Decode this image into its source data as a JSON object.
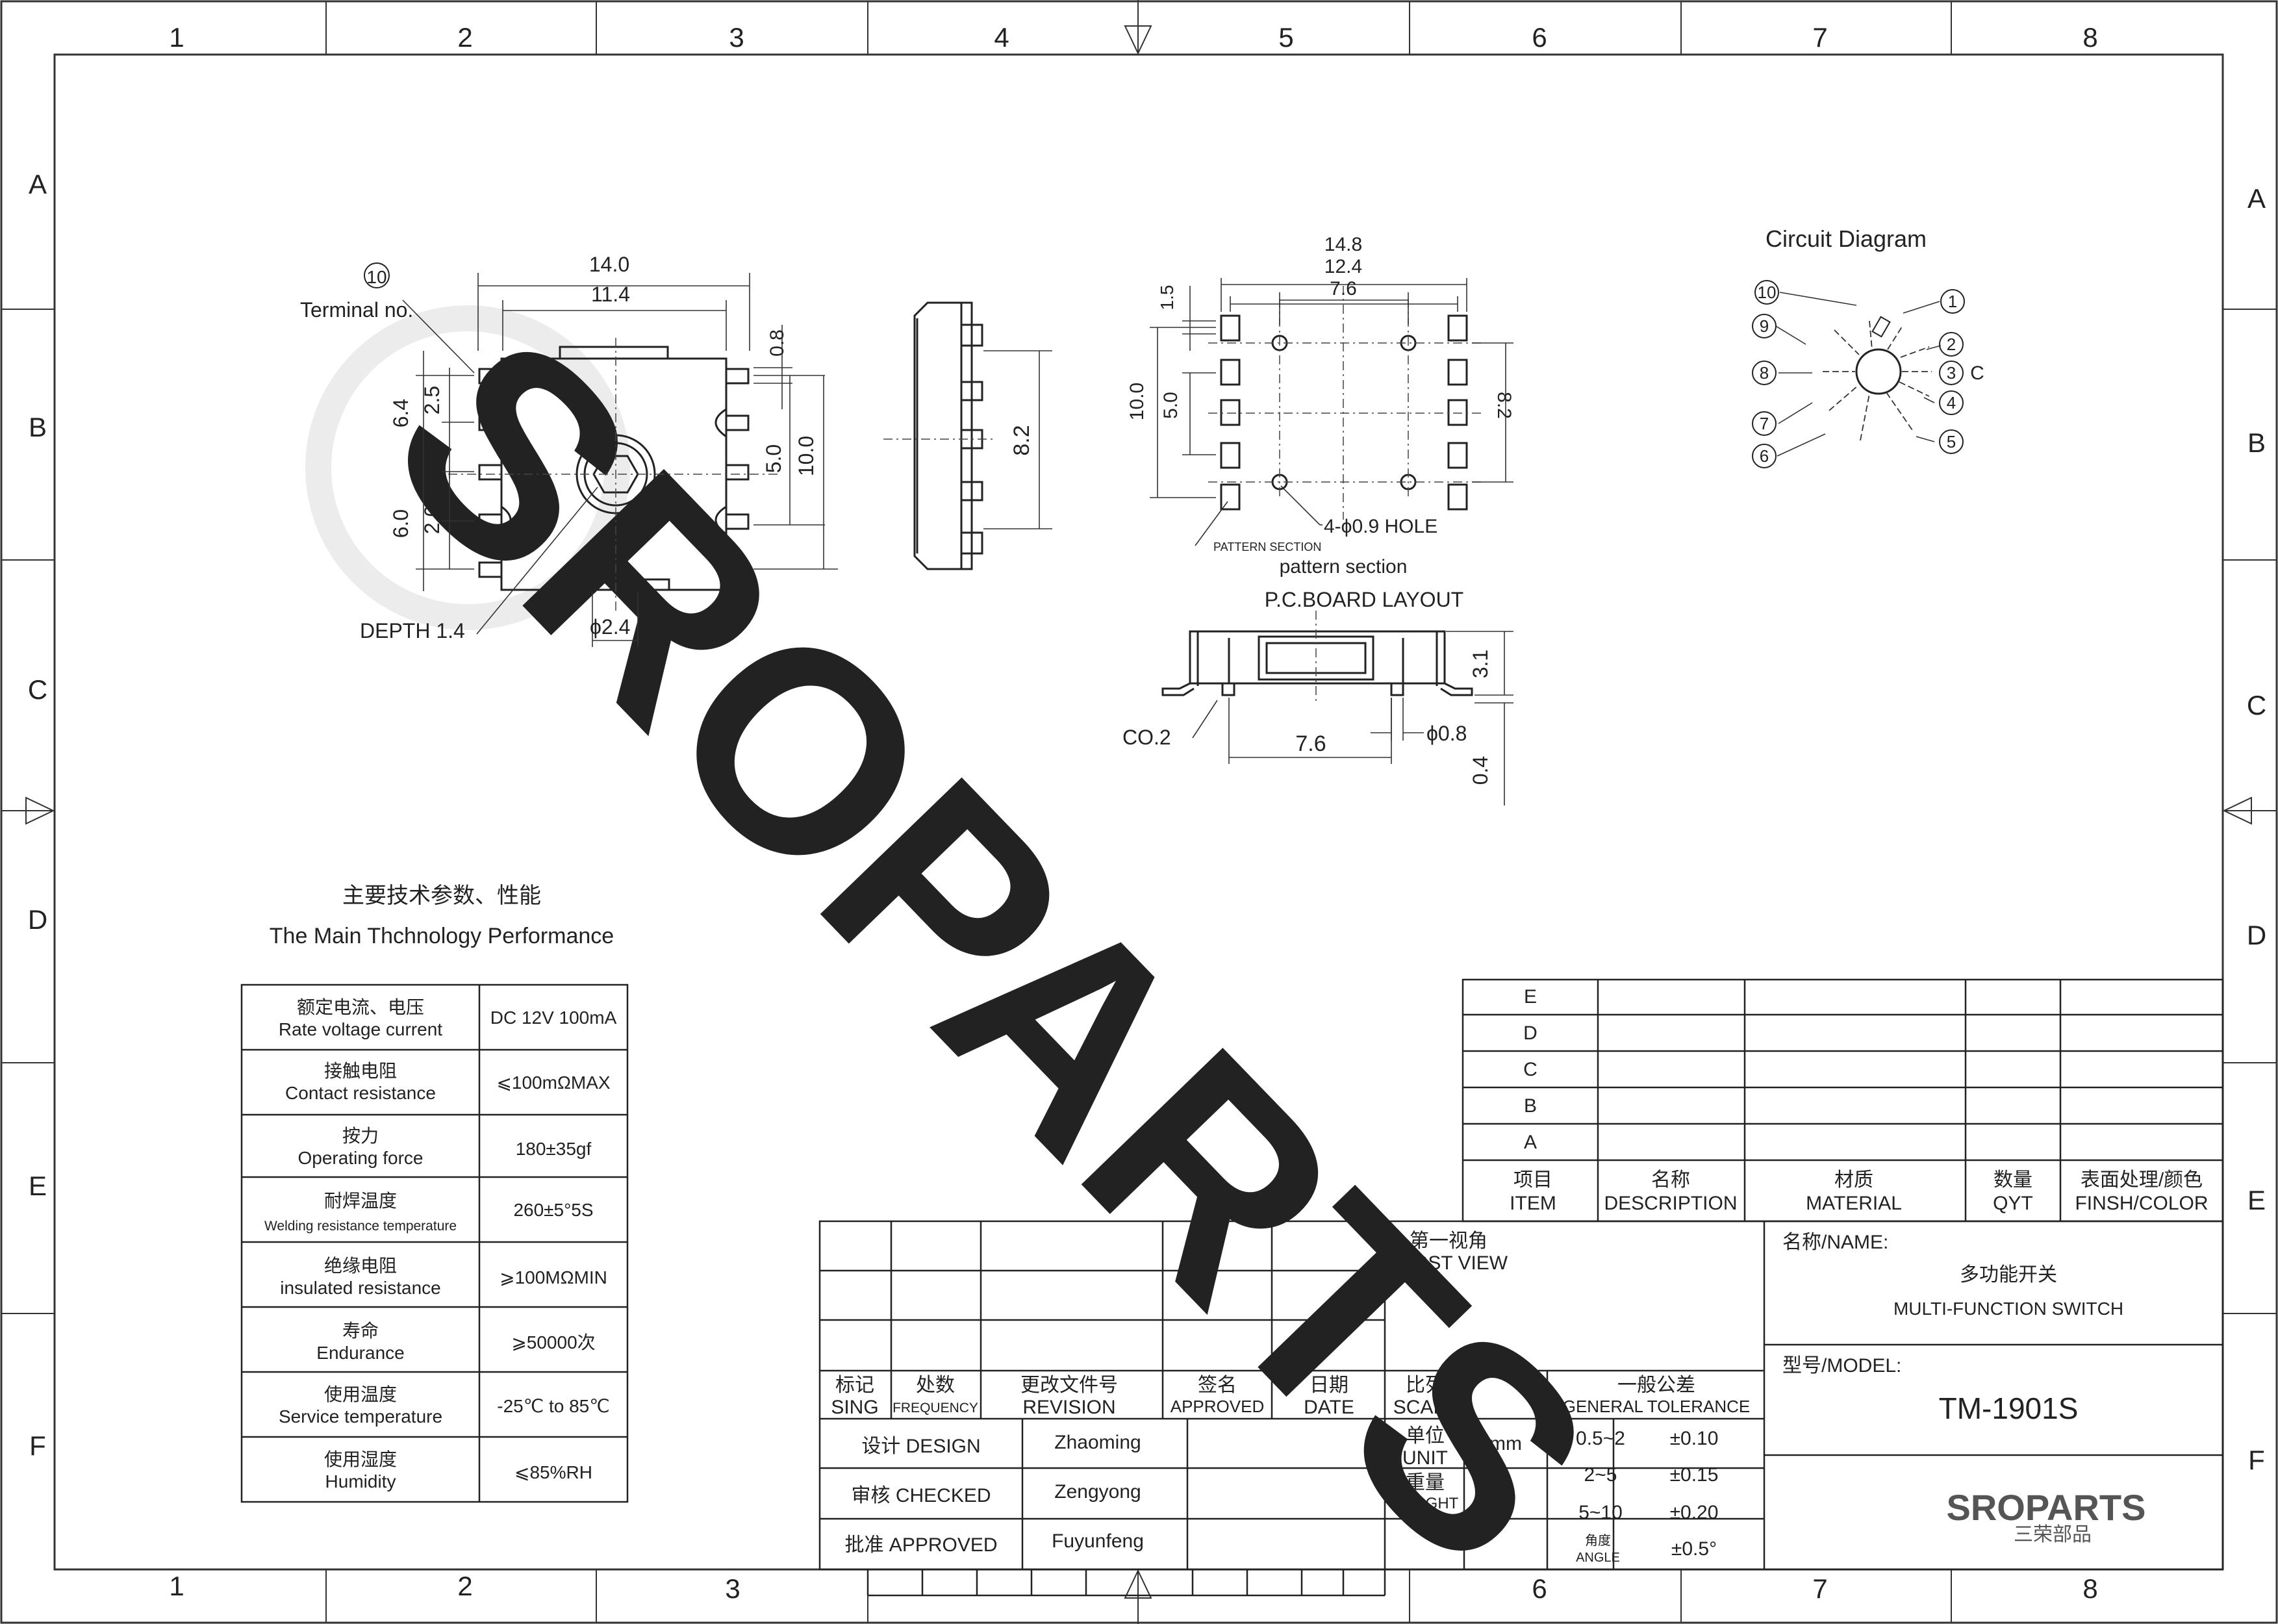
{
  "frame": {
    "col_numbers": [
      "1",
      "2",
      "3",
      "4",
      "5",
      "6",
      "7",
      "8"
    ],
    "row_letters": [
      "A",
      "B",
      "C",
      "D",
      "E",
      "F"
    ]
  },
  "watermark": "SROPARTS",
  "front_view": {
    "terminal_number": "10",
    "terminal_label": "Terminal no.",
    "dim_width_outer": "14.0",
    "dim_width_inner": "11.4",
    "dim_right_top": "0.8",
    "dim_right_5": "5.0",
    "dim_right_10": "10.0",
    "dim_left_64": "6.4",
    "dim_left_25": "2.5",
    "dim_left_60": "6.0",
    "dim_left_20": "2.0",
    "depth_label": "DEPTH 1.4",
    "hole_label": "ϕ2.4"
  },
  "side_view": {
    "dim_height": "8.2"
  },
  "pcb_layout": {
    "dim_148": "14.8",
    "dim_124": "12.4",
    "dim_76": "7.6",
    "dim_15": "1.5",
    "dim_100": "10.0",
    "dim_50": "5.0",
    "dim_82": "8.2",
    "hole_note": "4-ϕ0.9 HOLE",
    "pattern_section_small": "PATTERN SECTION",
    "pattern_section": "pattern section",
    "title": "P.C.BOARD LAYOUT"
  },
  "profile_view": {
    "dim_31": "3.1",
    "co_label": "CO.2",
    "dim_76": "7.6",
    "dim_08": "ϕ0.8",
    "dim_04": "0.4"
  },
  "circuit": {
    "title": "Circuit Diagram",
    "terminals": [
      "10",
      "9",
      "8",
      "7",
      "6",
      "1",
      "2",
      "3",
      "4",
      "5"
    ],
    "common_label": "C"
  },
  "performance": {
    "title_cn": "主要技术参数、性能",
    "title_en": "The Main Thchnology Performance",
    "rows": [
      {
        "cn": "额定电流、电压",
        "en": "Rate voltage current",
        "value": "DC 12V 100mA"
      },
      {
        "cn": "接触电阻",
        "en": "Contact resistance",
        "value": "⩽100mΩMAX"
      },
      {
        "cn": "按力",
        "en": "Operating  force",
        "value": "180±35gf"
      },
      {
        "cn": "耐焊温度",
        "en": "Welding resistance temperature",
        "value": "260±5°5S"
      },
      {
        "cn": "绝缘电阻",
        "en": "insulated resistance",
        "value": "⩾100MΩMIN"
      },
      {
        "cn": "寿命",
        "en": "Endurance",
        "value": "⩾50000次"
      },
      {
        "cn": "使用温度",
        "en": "Service temperature",
        "value": "-25℃ to 85℃"
      },
      {
        "cn": "使用湿度",
        "en": "Humidity",
        "value": "⩽85%RH"
      }
    ]
  },
  "bom": {
    "row_labels": [
      "E",
      "D",
      "C",
      "B",
      "A"
    ],
    "headers": [
      {
        "cn": "项目",
        "en": "ITEM"
      },
      {
        "cn": "名称",
        "en": "DESCRIPTION"
      },
      {
        "cn": "材质",
        "en": "MATERIAL"
      },
      {
        "cn": "数量",
        "en": "QYT"
      },
      {
        "cn": "表面处理/颜色",
        "en": "FINSH/COLOR"
      }
    ]
  },
  "title_block": {
    "first_view_cn": "第一视角",
    "first_view_en": "FIRST VIEW",
    "rev_headers": [
      {
        "cn": "标记",
        "en": "SING"
      },
      {
        "cn": "处数",
        "en": "FREQUENCY"
      },
      {
        "cn": "更改文件号",
        "en": "REVISION"
      },
      {
        "cn": "签名",
        "en": "APPROVED"
      },
      {
        "cn": "日期",
        "en": "DATE"
      }
    ],
    "scale_cn": "比列",
    "scale_en": "SCALE",
    "tolerance_cn": "一般公差",
    "tolerance_en": "GENERAL TOLERANCE",
    "signoffs": [
      {
        "label": "设计 DESIGN",
        "name": "Zhaoming"
      },
      {
        "label": "审核 CHECKED",
        "name": "Zengyong"
      },
      {
        "label": "批准 APPROVED",
        "name": "Fuyunfeng"
      }
    ],
    "unit_cn": "单位",
    "unit_en": "UNIT",
    "unit_value": "mm",
    "weight_cn": "重量",
    "weight_en": "WELGHT",
    "tolerances": [
      {
        "range": "0.5~2",
        "tol": "±0.10"
      },
      {
        "range": "2~5",
        "tol": "±0.15"
      },
      {
        "range": "5~10",
        "tol": "±0.20"
      },
      {
        "range": "角度",
        "range_en": "ANGLE",
        "tol": "±0.5°"
      }
    ],
    "name_label": "名称/NAME:",
    "name_cn": "多功能开关",
    "name_en": "MULTI-FUNCTION SWITCH",
    "model_label": "型号/MODEL:",
    "model_value": "TM-1901S",
    "logo_text": "SROPARTS",
    "logo_cn": "三荣部品"
  }
}
